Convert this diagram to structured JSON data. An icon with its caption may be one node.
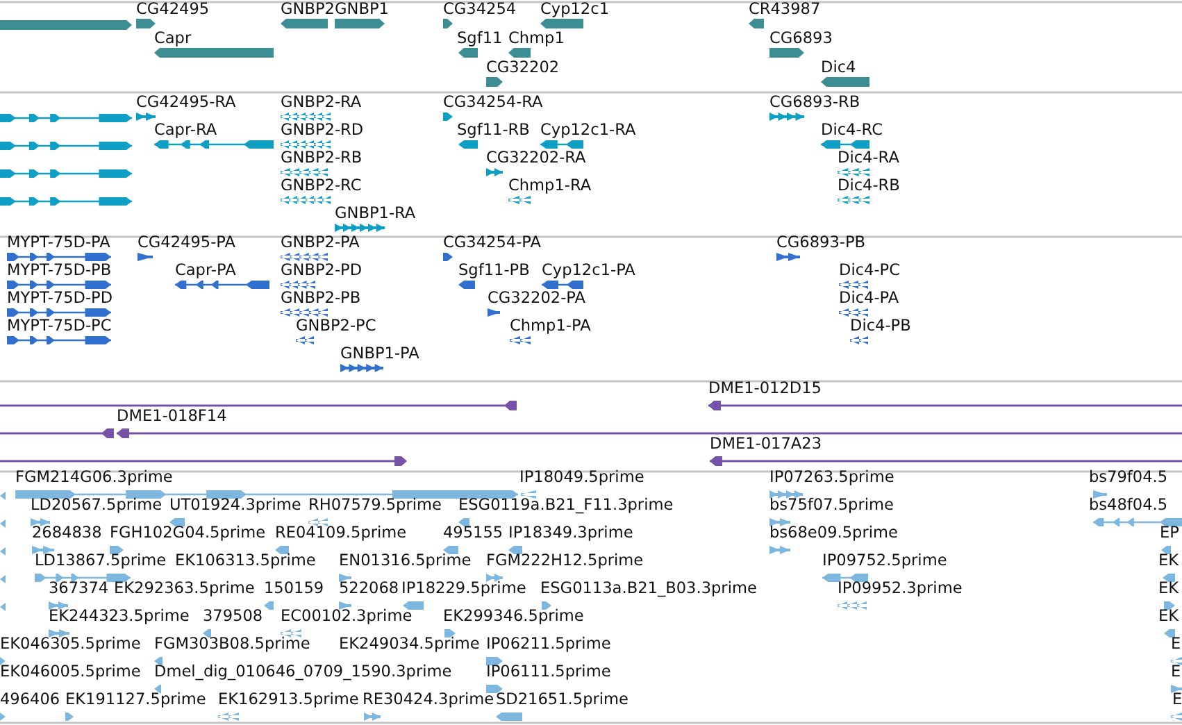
{
  "diagram": {
    "labels": [
      "CG42495",
      "GNBP2",
      "GNBP1",
      "CG34254",
      "Cyp12c1",
      "CR43987",
      "Capr",
      "Sgf11",
      "Chmp1",
      "CG6893",
      "CG32202",
      "Dic4",
      "CG42495-RA",
      "GNBP2-RA",
      "CG34254-RA",
      "CG6893-RB",
      "Capr-RA",
      "GNBP2-RD",
      "Sgf11-RB",
      "Cyp12c1-RA",
      "Dic4-RC",
      "GNBP2-RB",
      "CG32202-RA",
      "Dic4-RA",
      "GNBP2-RC",
      "Chmp1-RA",
      "Dic4-RB",
      "GNBP1-RA",
      "MYPT-75D-PA",
      "CG42495-PA",
      "GNBP2-PA",
      "CG34254-PA",
      "CG6893-PB",
      "MYPT-75D-PB",
      "Capr-PA",
      "GNBP2-PD",
      "Sgf11-PB",
      "Cyp12c1-PA",
      "Dic4-PC",
      "MYPT-75D-PD",
      "GNBP2-PB",
      "CG32202-PA",
      "Dic4-PA",
      "MYPT-75D-PC",
      "GNBP2-PC",
      "Chmp1-PA",
      "Dic4-PB",
      "GNBP1-PA",
      "DME1-012D15",
      "DME1-018F14",
      "DME1-017A23",
      "FGM214G06.3prime",
      "IP18049.5prime",
      "IP07263.5prime",
      "bs79f04.5",
      "LD20567.5prime",
      "UT01924.3prime",
      "RH07579.5prime",
      "ESG0119a.B21_F11.3prime",
      "bs75f07.5prime",
      "bs48f04.5",
      "2684838",
      "FGH102G04.5prime",
      "RE04109.5prime",
      "495155",
      "IP18349.3prime",
      "bs68e09.5prime",
      "EP",
      "LD13867.5prime",
      "EK106313.5prime",
      "EN01316.5prime",
      "FGM222H12.5prime",
      "IP09752.5prime",
      "EK",
      "367374",
      "EK292363.5prime",
      "150159",
      "522068",
      "IP18229.5prime",
      "ESG0113a.B21_B03.3prime",
      "IP09952.3prime",
      "EK",
      "EK244323.5prime",
      "379508",
      "EC00102.3prime",
      "EK299346.5prime",
      "EK",
      "EK046305.5prime",
      "FGM303B08.5prime",
      "EK249034.5prime",
      "IP06211.5prime",
      "E",
      "EK046005.5prime",
      "Dmel_dig_010646_0709_1590.3prime",
      "IP06111.5prime",
      "E",
      "496406",
      "EK191127.5prime",
      "EK162913.5prime",
      "RE30424.3prime",
      "SD21651.5prime",
      "E"
    ]
  }
}
